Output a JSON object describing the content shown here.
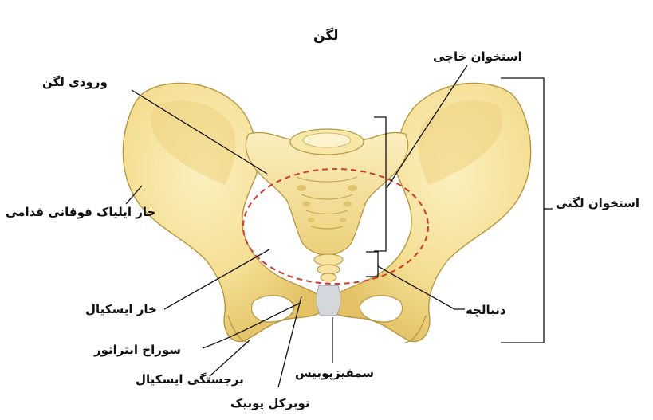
{
  "title": "لگن",
  "labels": {
    "pelvic_inlet": "ورودی لگن",
    "sacrum": "استخوان خاجی",
    "asis": "خار ایلیاک فوقانی قدامی",
    "hip_bone": "استخوان لگنی",
    "ischial_spine": "خار ایسکیال",
    "coccyx": "دنبالچه",
    "obturator_foramen": "سوراخ ابتراتور",
    "pubic_symphysis": "سمفیزپوبیس",
    "ischial_tuberosity": "برجستگی ایسکیال",
    "pubic_tubercle": "توبرکل پوبیک"
  },
  "colors": {
    "bone_fill": "#f6e39c",
    "bone_shadow": "#e2c36a",
    "bone_outline": "#a8893a",
    "inlet_dash": "#d23a2a",
    "cartilage": "#cfd3d8",
    "background": "#ffffff"
  }
}
